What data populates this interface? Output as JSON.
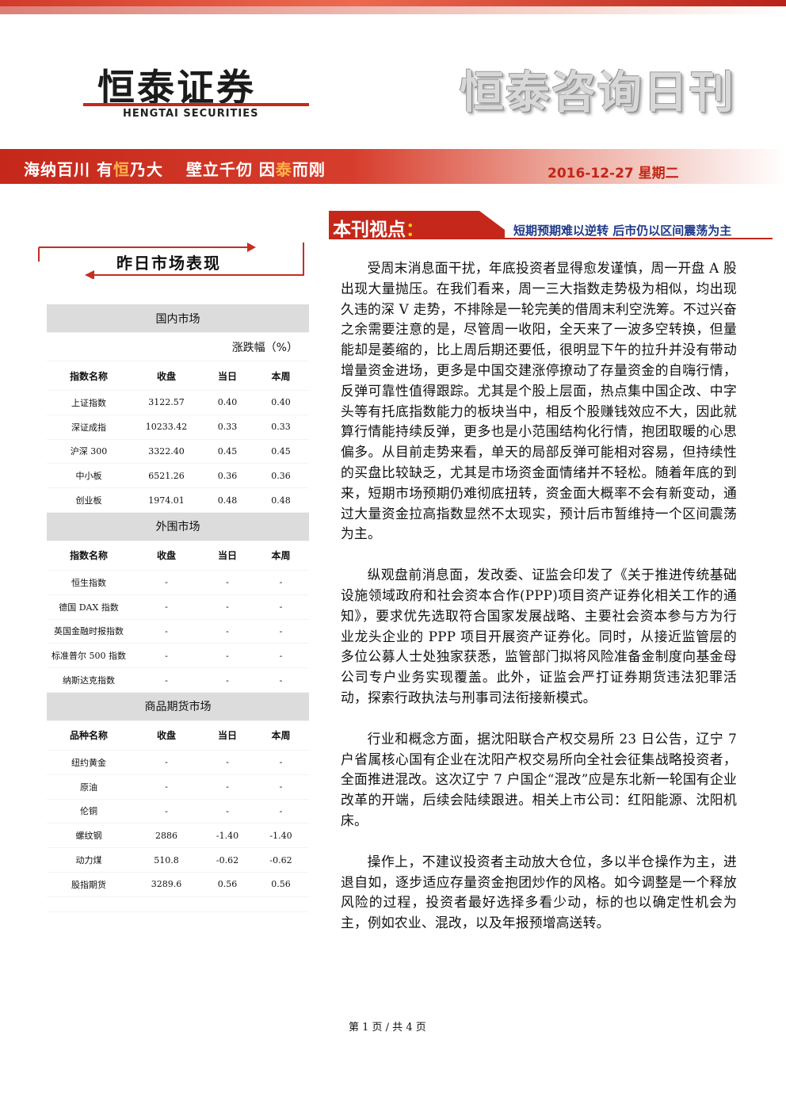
{
  "header": {
    "brand_cn": "恒泰证券",
    "brand_en": "HENGTAI SECURITIES",
    "publication": "恒泰咨询日刊",
    "slogan_parts": [
      "海纳百川 有",
      "恒",
      "乃大 　壁立千仞 因",
      "泰",
      "而刚"
    ],
    "date": "2016-12-27 星期二"
  },
  "left_panel": {
    "title": "昨日市场表现",
    "domestic": {
      "title": "国内市场",
      "unit": "涨跌幅（%）",
      "columns": [
        "指数名称",
        "收盘",
        "当日",
        "本周"
      ],
      "rows": [
        [
          "上证指数",
          "3122.57",
          "0.40",
          "0.40"
        ],
        [
          "深证成指",
          "10233.42",
          "0.33",
          "0.33"
        ],
        [
          "沪深 300",
          "3322.40",
          "0.45",
          "0.45"
        ],
        [
          "中小板",
          "6521.26",
          "0.36",
          "0.36"
        ],
        [
          "创业板",
          "1974.01",
          "0.48",
          "0.48"
        ]
      ]
    },
    "foreign": {
      "title": "外围市场",
      "columns": [
        "指数名称",
        "收盘",
        "当日",
        "本周"
      ],
      "rows": [
        [
          "恒生指数",
          "-",
          "-",
          "-"
        ],
        [
          "德国 DAX 指数",
          "-",
          "-",
          "-"
        ],
        [
          "英国金融时报指数",
          "-",
          "-",
          "-"
        ],
        [
          "标准普尔 500 指数",
          "-",
          "-",
          "-"
        ],
        [
          "纳斯达克指数",
          "-",
          "-",
          "-"
        ]
      ]
    },
    "futures": {
      "title": "商品期货市场",
      "columns": [
        "品种名称",
        "收盘",
        "当日",
        "本周"
      ],
      "rows": [
        [
          "纽约黄金",
          "-",
          "-",
          "-"
        ],
        [
          "原油",
          "-",
          "-",
          "-"
        ],
        [
          "伦铜",
          "-",
          "-",
          "-"
        ],
        [
          "螺纹钢",
          "2886",
          "-1.40",
          "-1.40"
        ],
        [
          "动力煤",
          "510.8",
          "-0.62",
          "-0.62"
        ],
        [
          "股指期货",
          "3289.6",
          "0.56",
          "0.56"
        ]
      ]
    }
  },
  "viewpoint": {
    "label": "本刊视点",
    "colon": "：",
    "headline": "短期预期难以逆转 后市仍以区间震荡为主",
    "paragraphs": [
      "受周末消息面干扰，年底投资者显得愈发谨慎，周一开盘 A 股出现大量抛压。在我们看来，周一三大指数走势极为相似，均出现久违的深 V 走势，不排除是一轮完美的借周末利空洗筹。不过兴奋之余需要注意的是，尽管周一收阳，全天来了一波多空转换，但量能却是萎缩的，比上周后期还要低，很明显下午的拉升并没有带动增量资金进场，更多是中国交建涨停撩动了存量资金的自嗨行情，反弹可靠性值得跟踪。尤其是个股上层面，热点集中国企改、中字头等有托底指数能力的板块当中，相反个股赚钱效应不大，因此就算行情能持续反弹，更多也是小范围结构化行情，抱团取暖的心思偏多。从目前走势来看，单天的局部反弹可能相对容易，但持续性的买盘比较缺乏，尤其是市场资金面情绪并不轻松。随着年底的到来，短期市场预期仍难彻底扭转，资金面大概率不会有新变动，通过大量资金拉高指数显然不太现实，预计后市暂维持一个区间震荡为主。",
      "纵观盘前消息面，发改委、证监会印发了《关于推进传统基础设施领域政府和社会资本合作(PPP)项目资产证券化相关工作的通知》，要求优先选取符合国家发展战略、主要社会资本参与方为行业龙头企业的 PPP 项目开展资产证券化。同时，从接近监管层的多位公募人士处独家获悉，监管部门拟将风险准备金制度向基金母公司专户业务实现覆盖。此外，证监会严打证券期货违法犯罪活动，探索行政执法与刑事司法衔接新模式。",
      "行业和概念方面，据沈阳联合产权交易所 23 日公告，辽宁 7 户省属核心国有企业在沈阳产权交易所向全社会征集战略投资者，全面推进混改。这次辽宁 7 户国企“混改”应是东北新一轮国有企业改革的开端，后续会陆续跟进。相关上市公司：红阳能源、沈阳机床。",
      "操作上，不建议投资者主动放大仓位，多以半仓操作为主，进退自如，逐步适应存量资金抱团炒作的风格。如今调整是一个释放风险的过程，投资者最好选择多看少动，标的也以确定性机会为主，例如农业、混改，以及年报预增高送转。"
    ]
  },
  "footer": {
    "page": "第 1 页 / 共 4 页"
  },
  "colors": {
    "brand_red": "#c5281b",
    "headline_blue": "#1f3a8a",
    "slogan_gold": "#ffb14a"
  }
}
